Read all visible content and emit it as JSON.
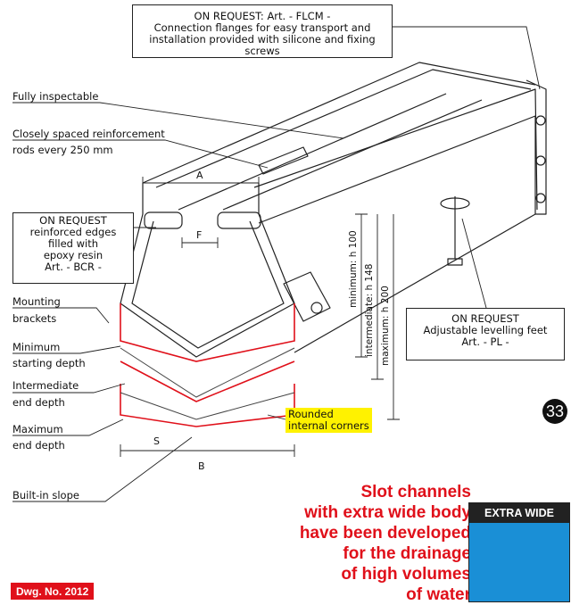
{
  "callouts": {
    "flanges": "ON REQUEST: Art. - FLCM -\nConnection flanges for easy transport and\ninstallation provided with silicone and fixing screws",
    "edges": "ON REQUEST\nreinforced edges\nfilled with\nepoxy resin\nArt. - BCR -",
    "feet": "ON REQUEST\nAdjustable levelling feet\nArt. - PL -"
  },
  "labels": {
    "inspectable": "Fully inspectable",
    "rods_1": "Closely spaced reinforcement",
    "rods_2": "rods every 250 mm",
    "mounting_1": "Mounting",
    "mounting_2": "brackets",
    "minimum_1": "Minimum",
    "minimum_2": "starting depth",
    "intermediate_1": "Intermediate",
    "intermediate_2": "end depth",
    "maximum_1": "Maximum",
    "maximum_2": "end depth",
    "slope": "Built-in slope"
  },
  "dimensions": {
    "a": "A",
    "f": "F",
    "b": "B",
    "s": "S",
    "min_h": "minimum: h 100",
    "int_h": "intermediate: h 148",
    "max_h": "maximum: h 200"
  },
  "note": "Rounded\ninternal corners",
  "headline": [
    "Slot channels",
    "with extra wide body",
    "have been developed",
    "for the drainage",
    "of high volumes",
    "of water"
  ],
  "page_number": "33",
  "badge": {
    "title": "EXTRA WIDE",
    "color": "#1a8fd6"
  },
  "drawing_number": "Dwg. No.  2012",
  "colors": {
    "accent": "#e0101a",
    "highlight": "#fff200",
    "line": "#222222"
  }
}
